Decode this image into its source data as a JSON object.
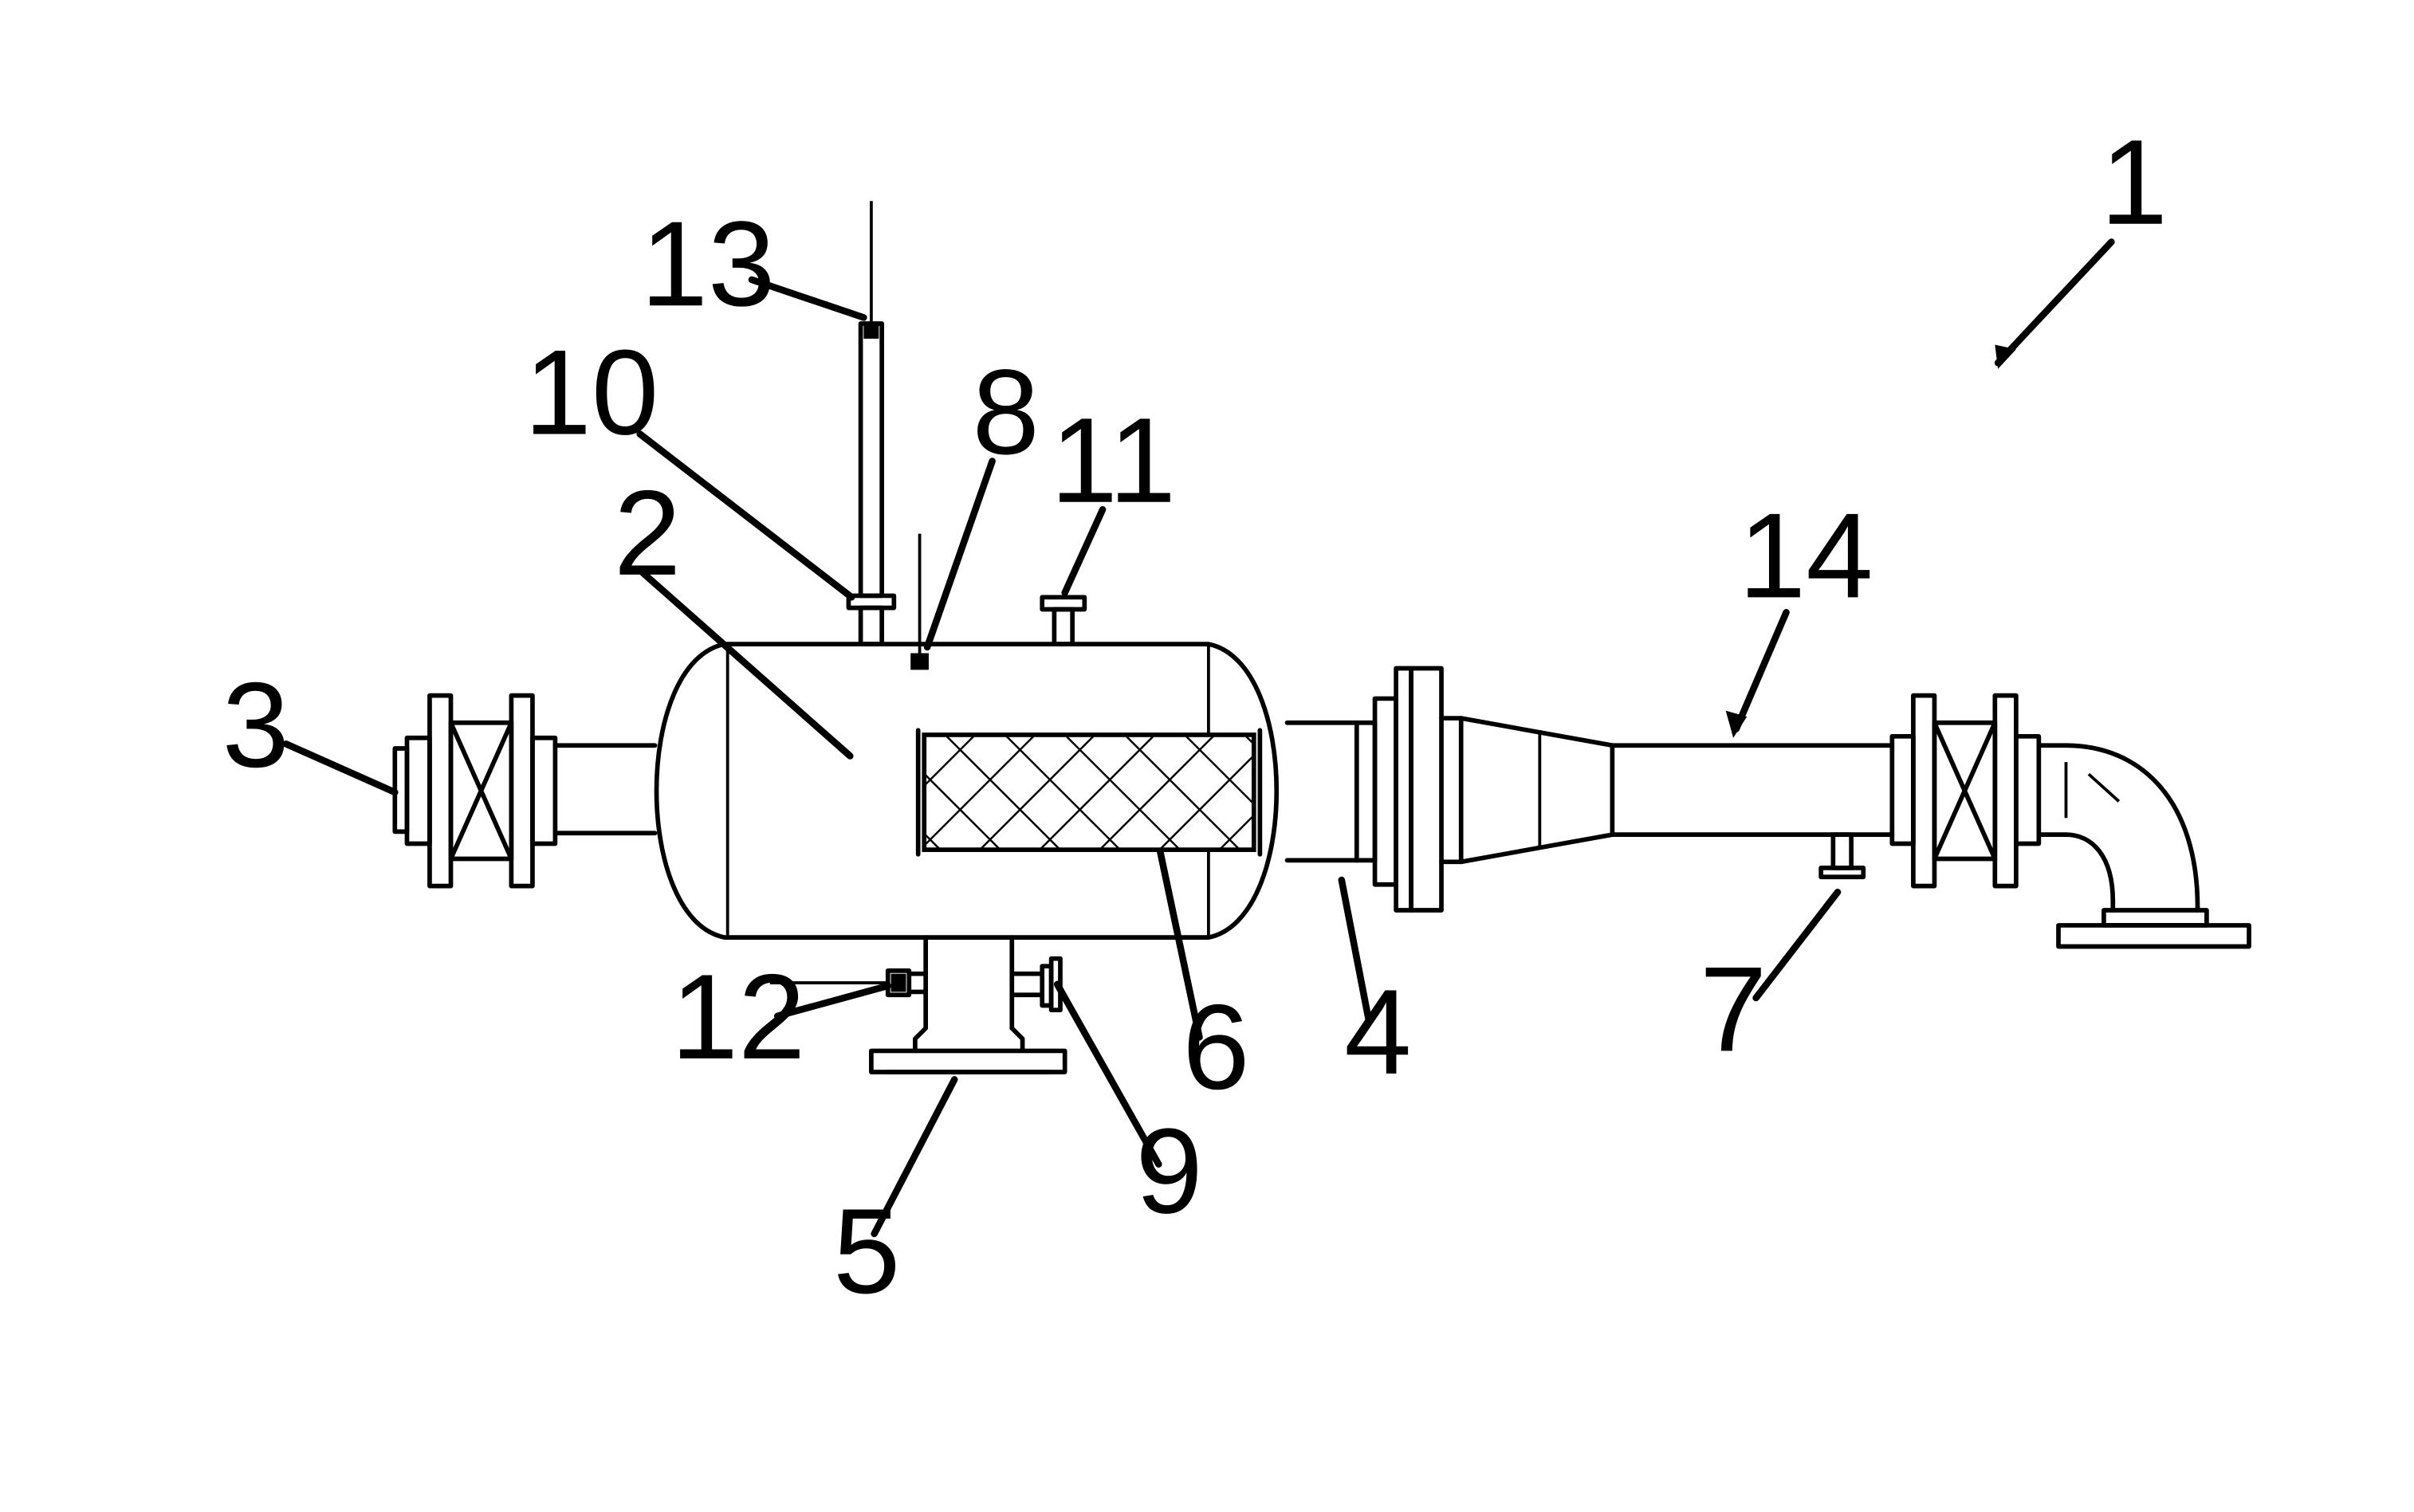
{
  "figure": {
    "reference_numerals": [
      {
        "id": "n1",
        "text": "1"
      },
      {
        "id": "n2",
        "text": "2"
      },
      {
        "id": "n3",
        "text": "3"
      },
      {
        "id": "n4",
        "text": "4"
      },
      {
        "id": "n5",
        "text": "5"
      },
      {
        "id": "n6",
        "text": "6"
      },
      {
        "id": "n7",
        "text": "7"
      },
      {
        "id": "n8",
        "text": "8"
      },
      {
        "id": "n9",
        "text": "9"
      },
      {
        "id": "n10",
        "text": "10"
      },
      {
        "id": "n11",
        "text": "11"
      },
      {
        "id": "n12",
        "text": "12"
      },
      {
        "id": "n13",
        "text": "13"
      },
      {
        "id": "n14",
        "text": "14"
      }
    ]
  },
  "colors": {
    "line": "#000000",
    "background": "#ffffff"
  }
}
